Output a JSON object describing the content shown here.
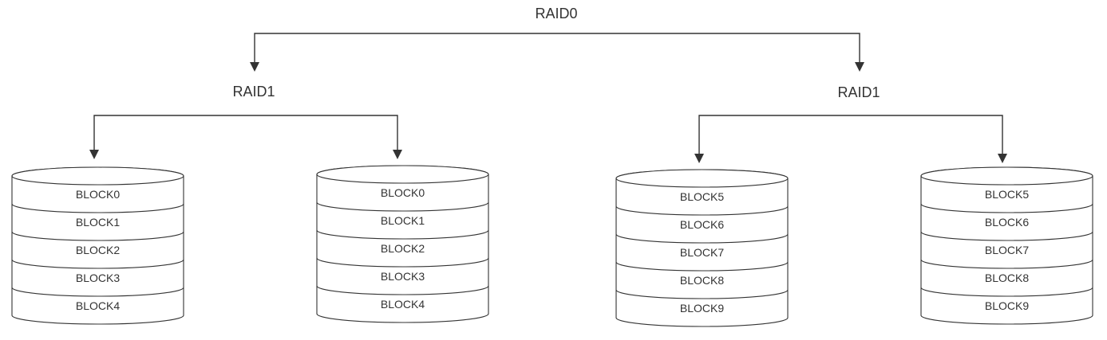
{
  "root": {
    "label": "RAID0"
  },
  "mirrors": [
    {
      "label": "RAID1",
      "disks": [
        {
          "blocks": [
            "BLOCK0",
            "BLOCK1",
            "BLOCK2",
            "BLOCK3",
            "BLOCK4"
          ]
        },
        {
          "blocks": [
            "BLOCK0",
            "BLOCK1",
            "BLOCK2",
            "BLOCK3",
            "BLOCK4"
          ]
        }
      ]
    },
    {
      "label": "RAID1",
      "disks": [
        {
          "blocks": [
            "BLOCK5",
            "BLOCK6",
            "BLOCK7",
            "BLOCK8",
            "BLOCK9"
          ]
        },
        {
          "blocks": [
            "BLOCK5",
            "BLOCK6",
            "BLOCK7",
            "BLOCK8",
            "BLOCK9"
          ]
        }
      ]
    }
  ]
}
